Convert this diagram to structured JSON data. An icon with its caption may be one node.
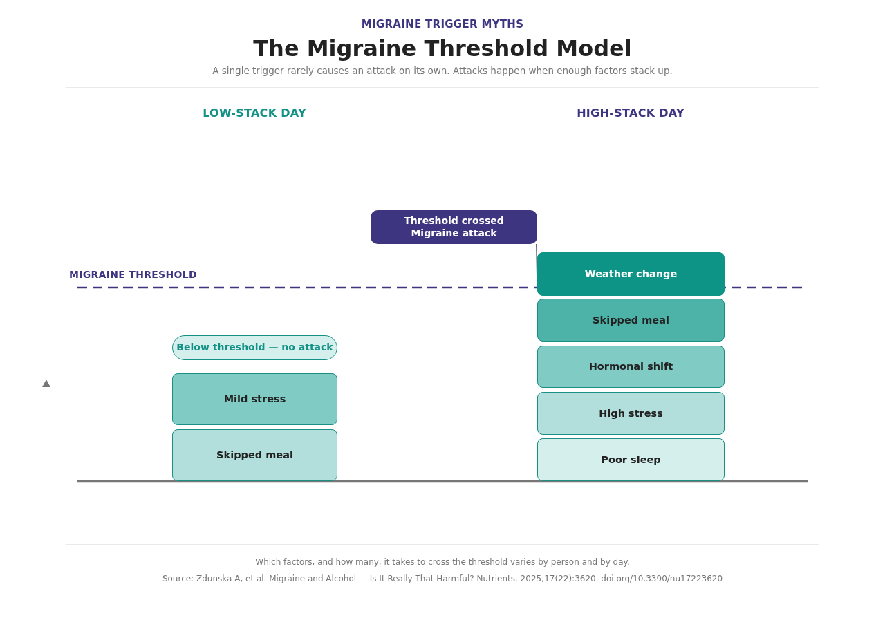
{
  "diagram": {
    "title": "The Migraine Threshold Model",
    "nodes": [
      {
        "text": [
          "Below threshold — no attack"
        ]
      },
      {
        "text": [
          "Mild stress"
        ]
      },
      {
        "text": [
          "Skipped meal"
        ]
      },
      {
        "text": [
          "Threshold crossed",
          "Migraine attack"
        ]
      },
      {
        "text": [
          "Weather change"
        ]
      },
      {
        "text": [
          "Skipped meal"
        ]
      },
      {
        "text": [
          "Hormonal shift"
        ]
      },
      {
        "text": [
          "High stress"
        ]
      },
      {
        "text": [
          "Poor sleep"
        ]
      }
    ],
    "edges": [
      {
        "from": 3,
        "to": 4,
        "arrow": "none"
      }
    ],
    "labels": [
      "MIGRAINE TRIGGER MYTHS",
      "A single trigger rarely causes an attack on its own. Attacks happen when enough factors stack up.",
      "LOW-STACK DAY",
      "HIGH-STACK DAY",
      "MIGRAINE THRESHOLD",
      "Which factors, and how many, it takes to cross the threshold varies by person and by day.",
      "Source: Zdunska A, et al. Migraine and Alcohol — Is It Really That Harmful? Nutrients. 2025;17(22):3620. doi.org/10.3390/nu17223620"
    ]
  }
}
